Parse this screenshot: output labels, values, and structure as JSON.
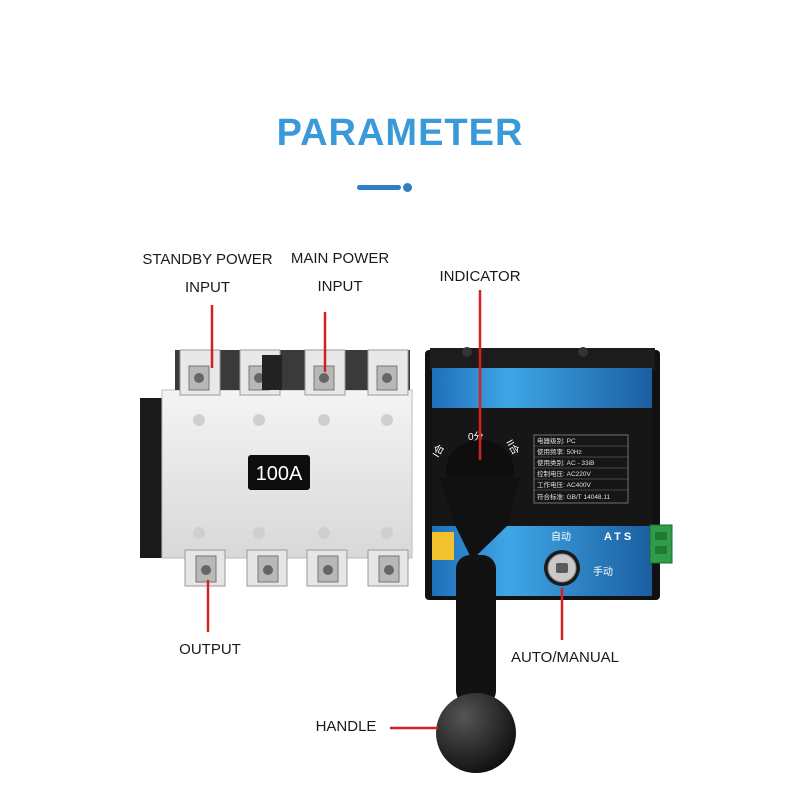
{
  "header": {
    "title": "PARAMETER"
  },
  "labels": {
    "standby_l1": "STANDBY POWER",
    "standby_l2": "INPUT",
    "main_l1": "MAIN POWER",
    "main_l2": "INPUT",
    "indicator": "INDICATOR",
    "output": "OUTPUT",
    "auto_manual": "AUTO/MANUAL",
    "handle": "HANDLE"
  },
  "device": {
    "rating": "100A",
    "brand": "ATS",
    "auto": "自动",
    "manual": "手动",
    "dial_left": "I合",
    "dial_zero": "0分",
    "dial_right": "II合",
    "spec_rows": [
      "电器级别: PC",
      "使用频率: 50Hz",
      "使用类别: AC - 33iB",
      "控制电压: AC220V",
      "工作电压: AC400V",
      "符合标准: GB/T 14048.11"
    ],
    "accent_color": "#3a9ad9",
    "pointer_color": "#d42020"
  }
}
